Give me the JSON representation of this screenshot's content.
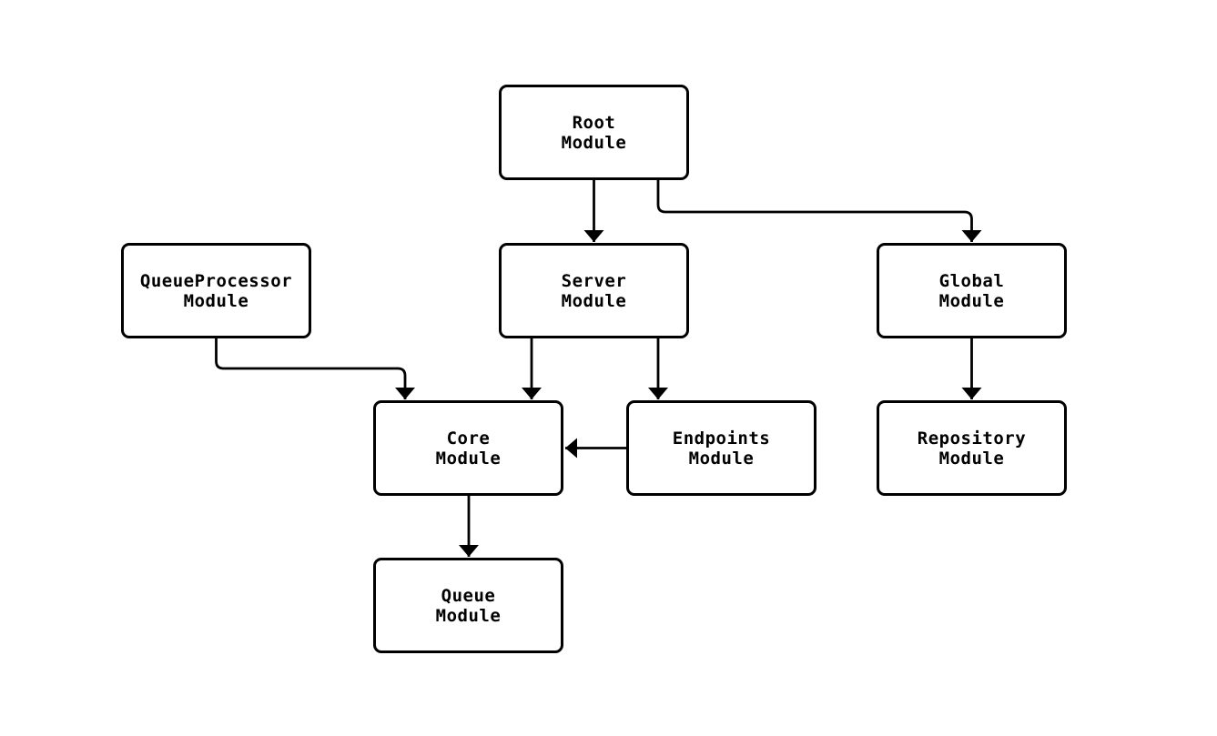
{
  "diagram": {
    "type": "flowchart",
    "direction": "top-down",
    "background_color": "#ffffff",
    "node_fill_color": "#ffffff",
    "node_border_color": "#000000",
    "edge_color": "#000000",
    "text_color": "#000000",
    "nodes": {
      "root": {
        "label": "Root\nModule"
      },
      "queue_processor": {
        "label": "QueueProcessor\nModule"
      },
      "server": {
        "label": "Server\nModule"
      },
      "global": {
        "label": "Global\nModule"
      },
      "core": {
        "label": "Core\nModule"
      },
      "endpoints": {
        "label": "Endpoints\nModule"
      },
      "repository": {
        "label": "Repository\nModule"
      },
      "queue": {
        "label": "Queue\nModule"
      }
    },
    "edges": [
      {
        "from": "Root Module",
        "to": "Server Module"
      },
      {
        "from": "Root Module",
        "to": "Global Module"
      },
      {
        "from": "QueueProcessor Module",
        "to": "Core Module"
      },
      {
        "from": "Server Module",
        "to": "Core Module"
      },
      {
        "from": "Server Module",
        "to": "Endpoints Module"
      },
      {
        "from": "Endpoints Module",
        "to": "Core Module"
      },
      {
        "from": "Global Module",
        "to": "Repository Module"
      },
      {
        "from": "Core Module",
        "to": "Queue Module"
      }
    ]
  }
}
